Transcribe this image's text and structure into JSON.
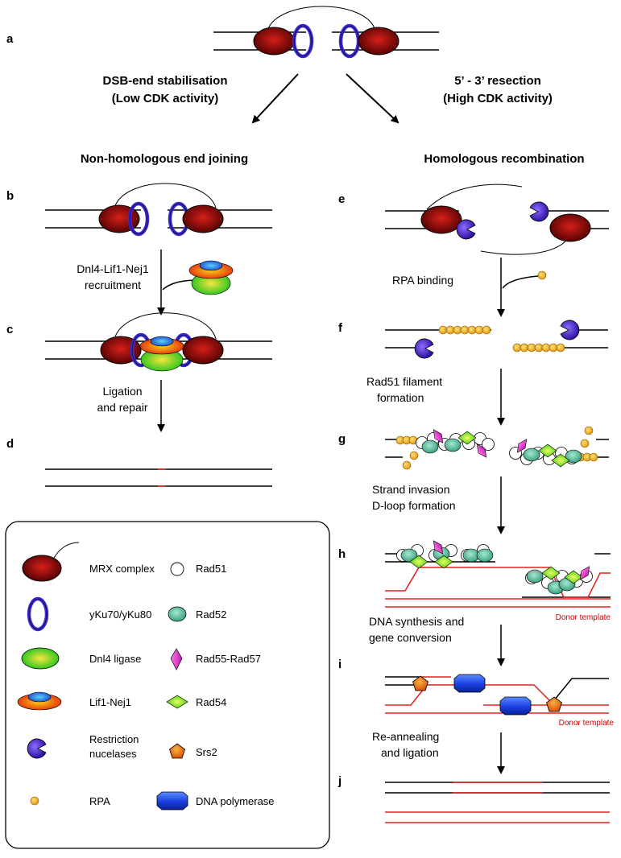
{
  "panel_labels": [
    "a",
    "b",
    "c",
    "d",
    "e",
    "f",
    "g",
    "h",
    "i",
    "j"
  ],
  "branches": {
    "left": [
      "DSB-end stabilisation",
      "(Low CDK activity)"
    ],
    "right": [
      "5’ - 3’ resection",
      "(High CDK activity)"
    ]
  },
  "pathways": {
    "left": "Non-homologous end joining",
    "right": "Homologous recombination"
  },
  "steps": {
    "b_c": [
      "Dnl4-Lif1-Nej1",
      "recruitment"
    ],
    "c_d": [
      "Ligation",
      "and repair"
    ],
    "e_f": [
      "RPA binding"
    ],
    "f_g": [
      "Rad51 filament",
      "formation"
    ],
    "g_h": [
      "Strand invasion",
      "D-loop formation"
    ],
    "h_i": [
      "DNA synthesis and",
      "gene conversion"
    ],
    "i_j": [
      "Re-annealing",
      "and ligation"
    ]
  },
  "donor_template_label": "Donor template",
  "legend": {
    "left": [
      "MRX complex",
      "yKu70/yKu80",
      "Dnl4 ligase",
      "Lif1-Nej1",
      "Restriction\nnucelases",
      "RPA"
    ],
    "right": [
      "Rad51",
      "Rad52",
      "Rad55-Rad57",
      "Rad54",
      "Srs2",
      "DNA polymerase"
    ]
  },
  "colors": {
    "mrx": "#9b0d05",
    "ku": "#4330c8",
    "dnl4": "#3bd128",
    "lif1": "#f07b14",
    "nuclease": "#4a24c8",
    "rpa": "#f2b534",
    "rad52": "#63c4a8",
    "rad55": "#e84fd8",
    "rad54": "#78e020",
    "srs2": "#f07a1e",
    "polymerase": "#2a52e0",
    "donor": "#e0201c"
  }
}
